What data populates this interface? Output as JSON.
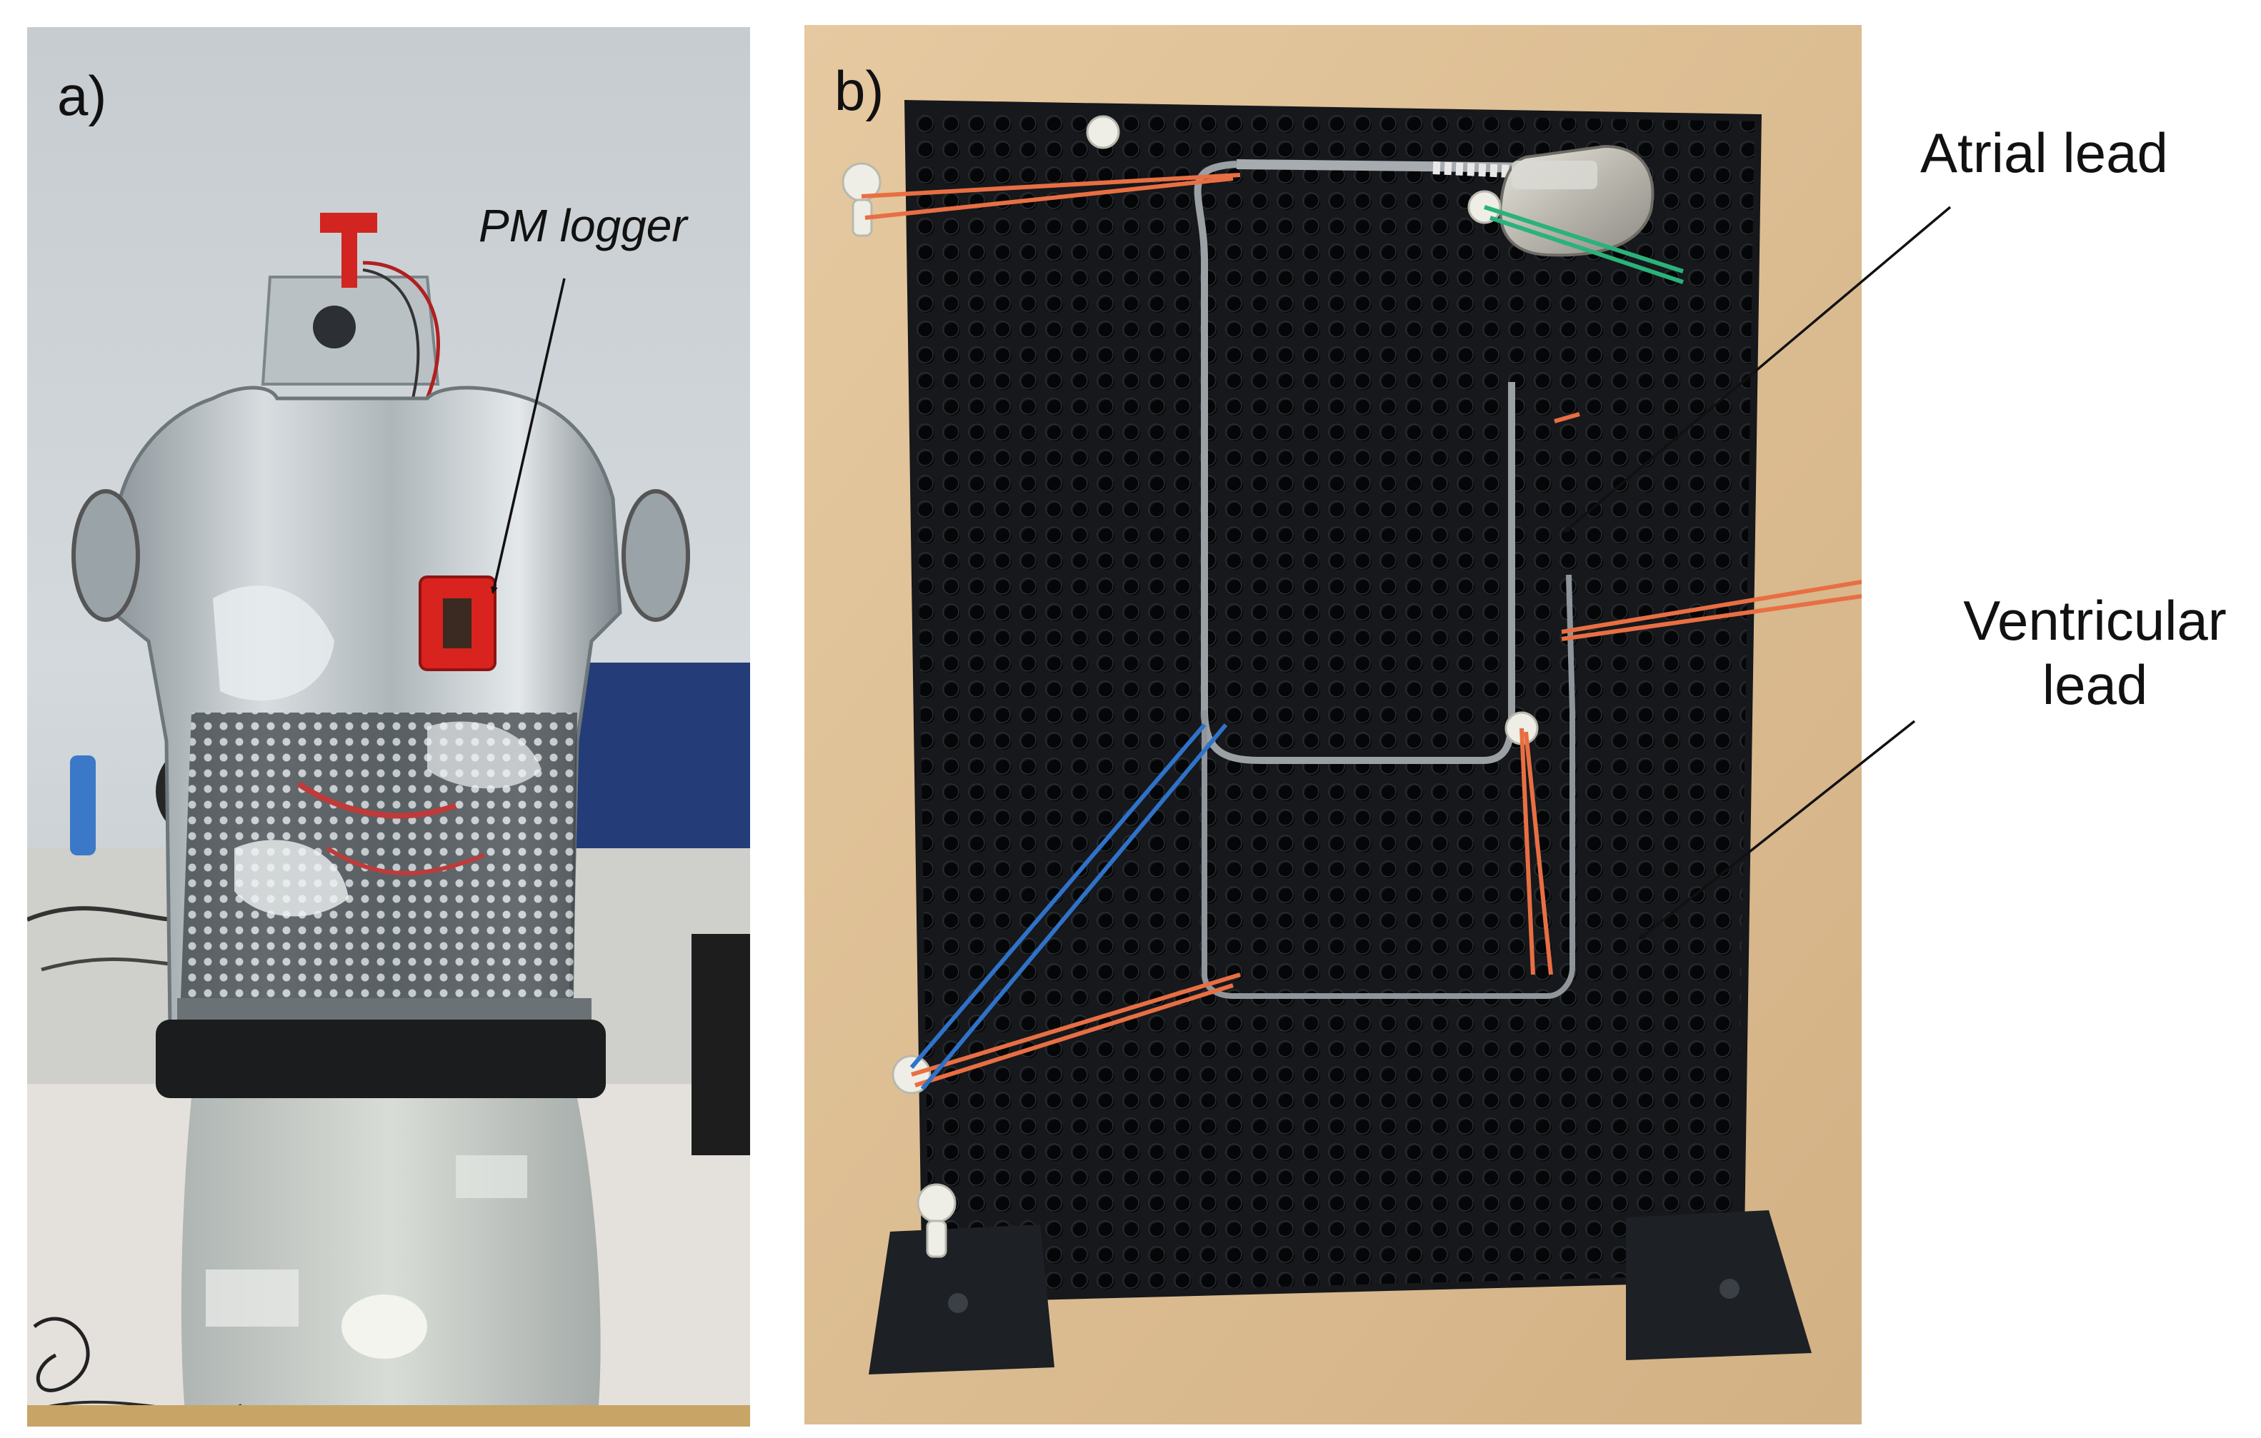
{
  "panels": {
    "a": {
      "label": "a)",
      "annotation": "PM logger"
    },
    "b": {
      "label": "b)",
      "annotations": {
        "atrial": "Atrial lead",
        "ventricular_line1": "Ventricular",
        "ventricular_line2": "lead"
      }
    }
  },
  "colors": {
    "board": "#16181c",
    "wall": "#c9cfd2",
    "cardboard": "#d9b98e",
    "logger": "#d8231e",
    "orange_band": "#e86f43",
    "blue_band": "#2f72c8",
    "green_band": "#2bb27a"
  }
}
